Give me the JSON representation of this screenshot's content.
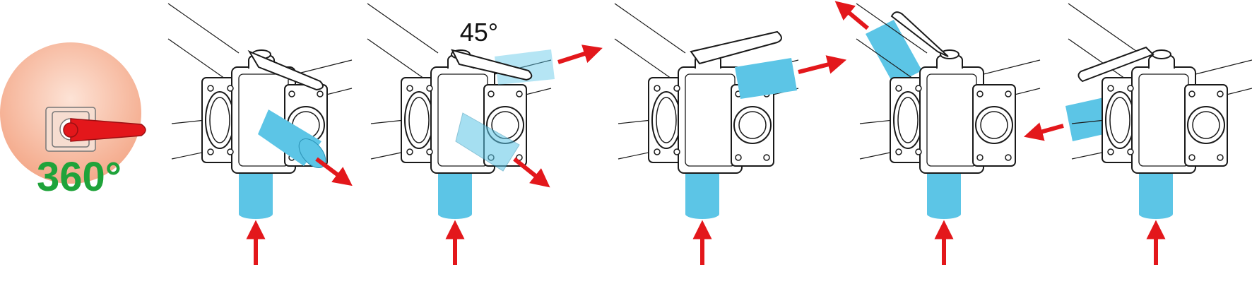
{
  "rotation_badge": {
    "label": "360°",
    "label_color": "#1fa33a",
    "handle_color": "#e3171b"
  },
  "angle_label": "45°",
  "colors": {
    "flow": "#5cc5e6",
    "flow_ghost": "#cfeef8",
    "arrow": "#e3171b",
    "outline": "#1a1a1a"
  },
  "panels": [
    {
      "id": "position-1",
      "flow": [
        "bottom-inlet",
        "front-right-outlet"
      ]
    },
    {
      "id": "position-2-45deg",
      "flow": [
        "bottom-inlet",
        "front-right-outlet",
        "back-right-outlet"
      ]
    },
    {
      "id": "position-3",
      "flow": [
        "bottom-inlet",
        "back-right-outlet"
      ]
    },
    {
      "id": "position-4",
      "flow": [
        "bottom-inlet",
        "back-left-outlet"
      ]
    },
    {
      "id": "position-5",
      "flow": [
        "bottom-inlet",
        "front-left-outlet"
      ]
    }
  ]
}
